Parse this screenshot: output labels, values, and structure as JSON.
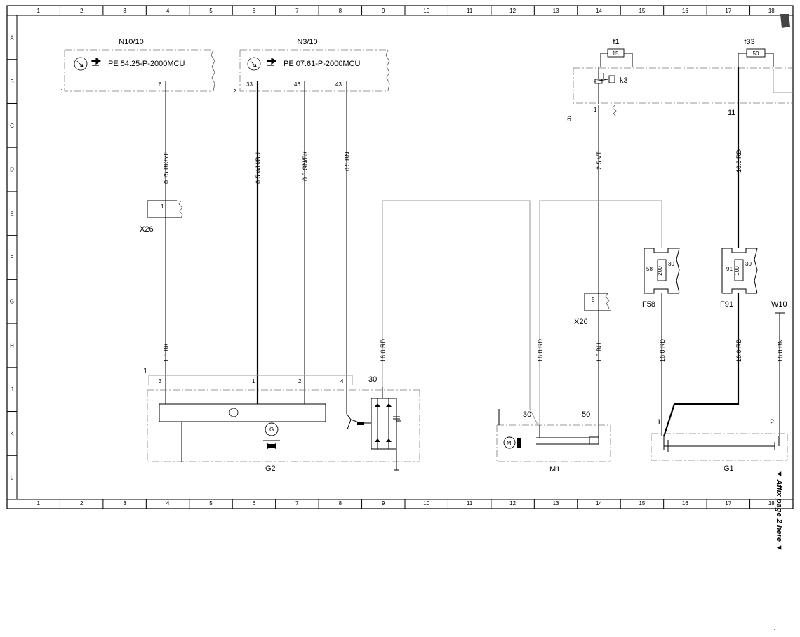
{
  "title": "",
  "grid": {
    "columns": [
      "1",
      "2",
      "3",
      "4",
      "5",
      "6",
      "7",
      "8",
      "9",
      "10",
      "11",
      "12",
      "13",
      "14",
      "15",
      "16",
      "17",
      "18"
    ],
    "rows": [
      "A",
      "B",
      "C",
      "D",
      "E",
      "F",
      "G",
      "H",
      "J",
      "K",
      "L"
    ]
  },
  "components": {
    "n10_10": {
      "label": "N10/10",
      "ref": "PE 54.25-P-2000MCU",
      "num": "1",
      "pin": "6"
    },
    "n3_10": {
      "label": "N3/10",
      "ref": "PE 07.61-P-2000MCU",
      "num": "2",
      "pins": [
        "33",
        "46",
        "43"
      ]
    },
    "f1": {
      "label": "f1",
      "value": "15"
    },
    "f33": {
      "label": "f33",
      "value": "50"
    },
    "k3": {
      "label": "k3",
      "pin": "1",
      "num": "6"
    },
    "f33_pin": "11",
    "x26_top": {
      "label": "X26",
      "pin": "1"
    },
    "x26_mid": {
      "label": "X26",
      "pin": "5"
    },
    "f58": {
      "label": "F58",
      "left": "58",
      "right": "30",
      "value": "200"
    },
    "f91": {
      "label": "F91",
      "left": "91",
      "right": "30",
      "value": "100"
    },
    "w10": {
      "label": "W10"
    },
    "g2": {
      "label": "G2",
      "num": "1",
      "pins": [
        "3",
        "1",
        "2",
        "4"
      ],
      "b_plus": "30",
      "gen": "G"
    },
    "m1": {
      "label": "M1",
      "t30": "30",
      "t50": "50",
      "motor": "M"
    },
    "g1": {
      "label": "G1",
      "t1": "1",
      "t2": "2"
    }
  },
  "wires": {
    "w1": "0.75 BK/YE",
    "w2": "0.5 WH/BU",
    "w3": "0.5 GN/BK",
    "w4": "0.5 BN",
    "w5": "2.5 VT",
    "w6": "16.0 RD",
    "w7": "1.5 BK",
    "w8": "16.0 RD",
    "w9": "16.0 RD",
    "w10": "1.5 BU",
    "w11": "16.0 RD",
    "w12": "16.0 RD",
    "w13": "16.0 BN"
  },
  "affix_note": "▼ Affix page 2 here ▼",
  "colors": {
    "frame": "#000000",
    "border_dash": "#7a7a7a",
    "link_line": "#9a9a9a"
  }
}
